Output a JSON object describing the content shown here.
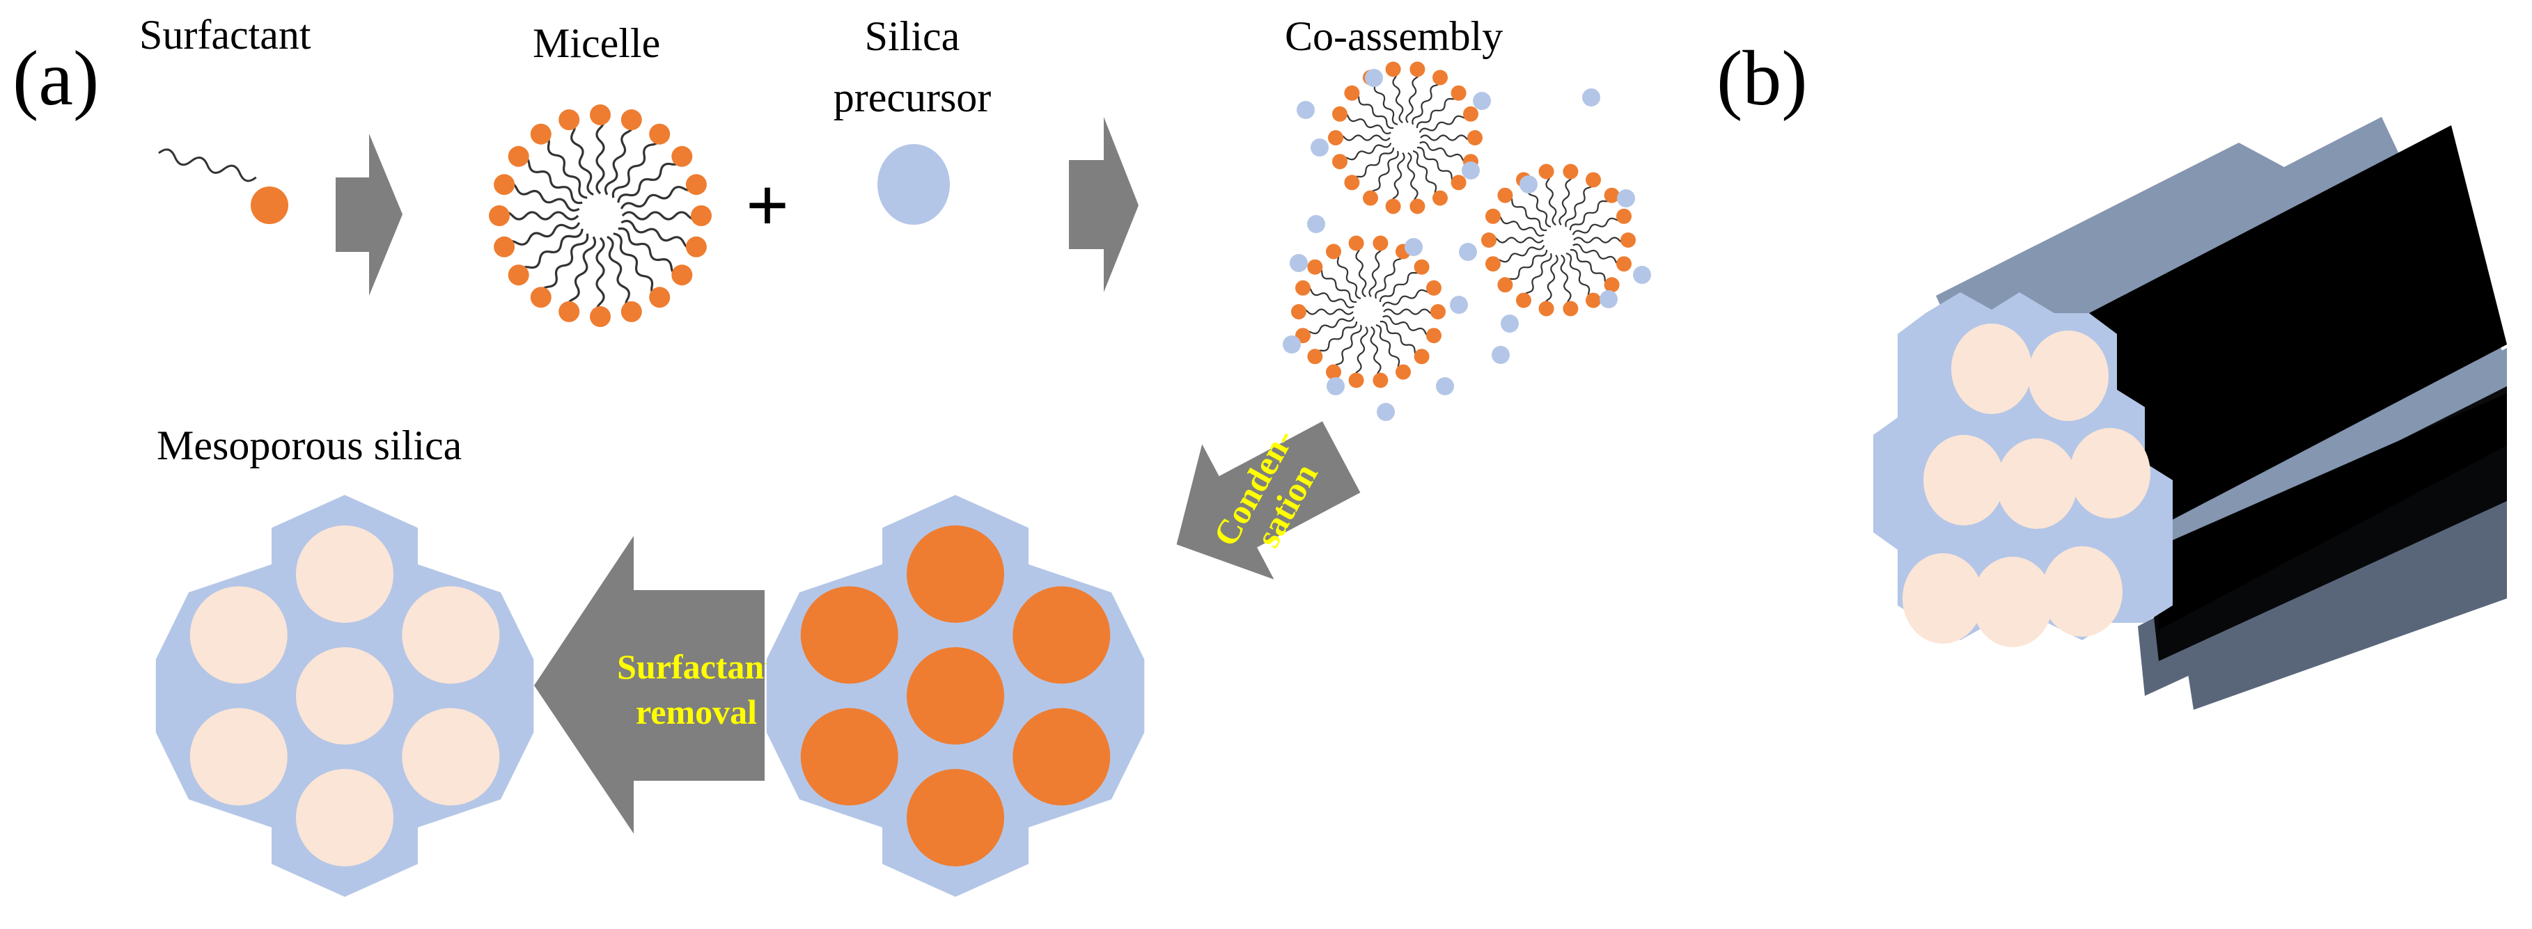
{
  "panels": {
    "a": "(a)",
    "b": "(b)"
  },
  "labels": {
    "surfactant": "Surfactant",
    "micelle": "Micelle",
    "silica_line1": "Silica",
    "silica_line2": "precursor",
    "co_assembly": "Co-assembly",
    "mesoporous_silica": "Mesoporous silica",
    "plus": "+"
  },
  "arrows": {
    "condensation_line1": "Conden-",
    "condensation_line2": "sation",
    "removal_line1": "Surfactant",
    "removal_line2": "removal"
  },
  "colors": {
    "orange": "#EE7D31",
    "silica": "#B4C6E7",
    "pore": "#FBE5D6",
    "arrow_gray": "#7F7F7F",
    "arrow_text": "#FFFF00",
    "rod_top": "#8496B0",
    "rod_side": "#000000",
    "rod_dark": "#59667A"
  }
}
